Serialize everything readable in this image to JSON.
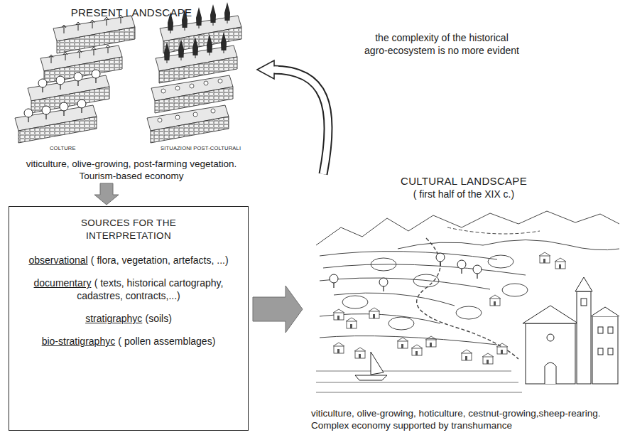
{
  "diagram": {
    "nodes": [
      {
        "text": [
          "PRESENT LANDSCAPE",
          "viticulture, olive-growing, post-farming vegetation. Tourism-based economy"
        ]
      },
      {
        "text": [
          "SOURCES FOR THE INTERPRETATION",
          "observational",
          "( flora, vegetation, artefacts, ...)",
          "documentary",
          "( texts, historical cartography, cadastres, contracts,...)",
          "stratigraphyc",
          "(soils)",
          "bio-stratigraphyc",
          "( pollen assemblages)"
        ]
      },
      {
        "text": [
          "CULTURAL LANDSCAPE",
          "( first half of the XIX c.)",
          "viticulture, olive-growing, hoticulture, cestnut-growing,sheep-rearing. Complex economy supported by transhumance"
        ]
      }
    ],
    "edges": [
      {
        "from": 0,
        "to": 1,
        "arrow": "to"
      },
      {
        "from": 1,
        "to": 2,
        "arrow": "to"
      },
      {
        "from": 2,
        "to": 0,
        "arrow": "to",
        "label": "the complexity of the historical agro-ecosystem is no more evident"
      }
    ],
    "labels": [
      "COLTURE",
      "SITUAZIONI POST-COLTURALI"
    ]
  }
}
